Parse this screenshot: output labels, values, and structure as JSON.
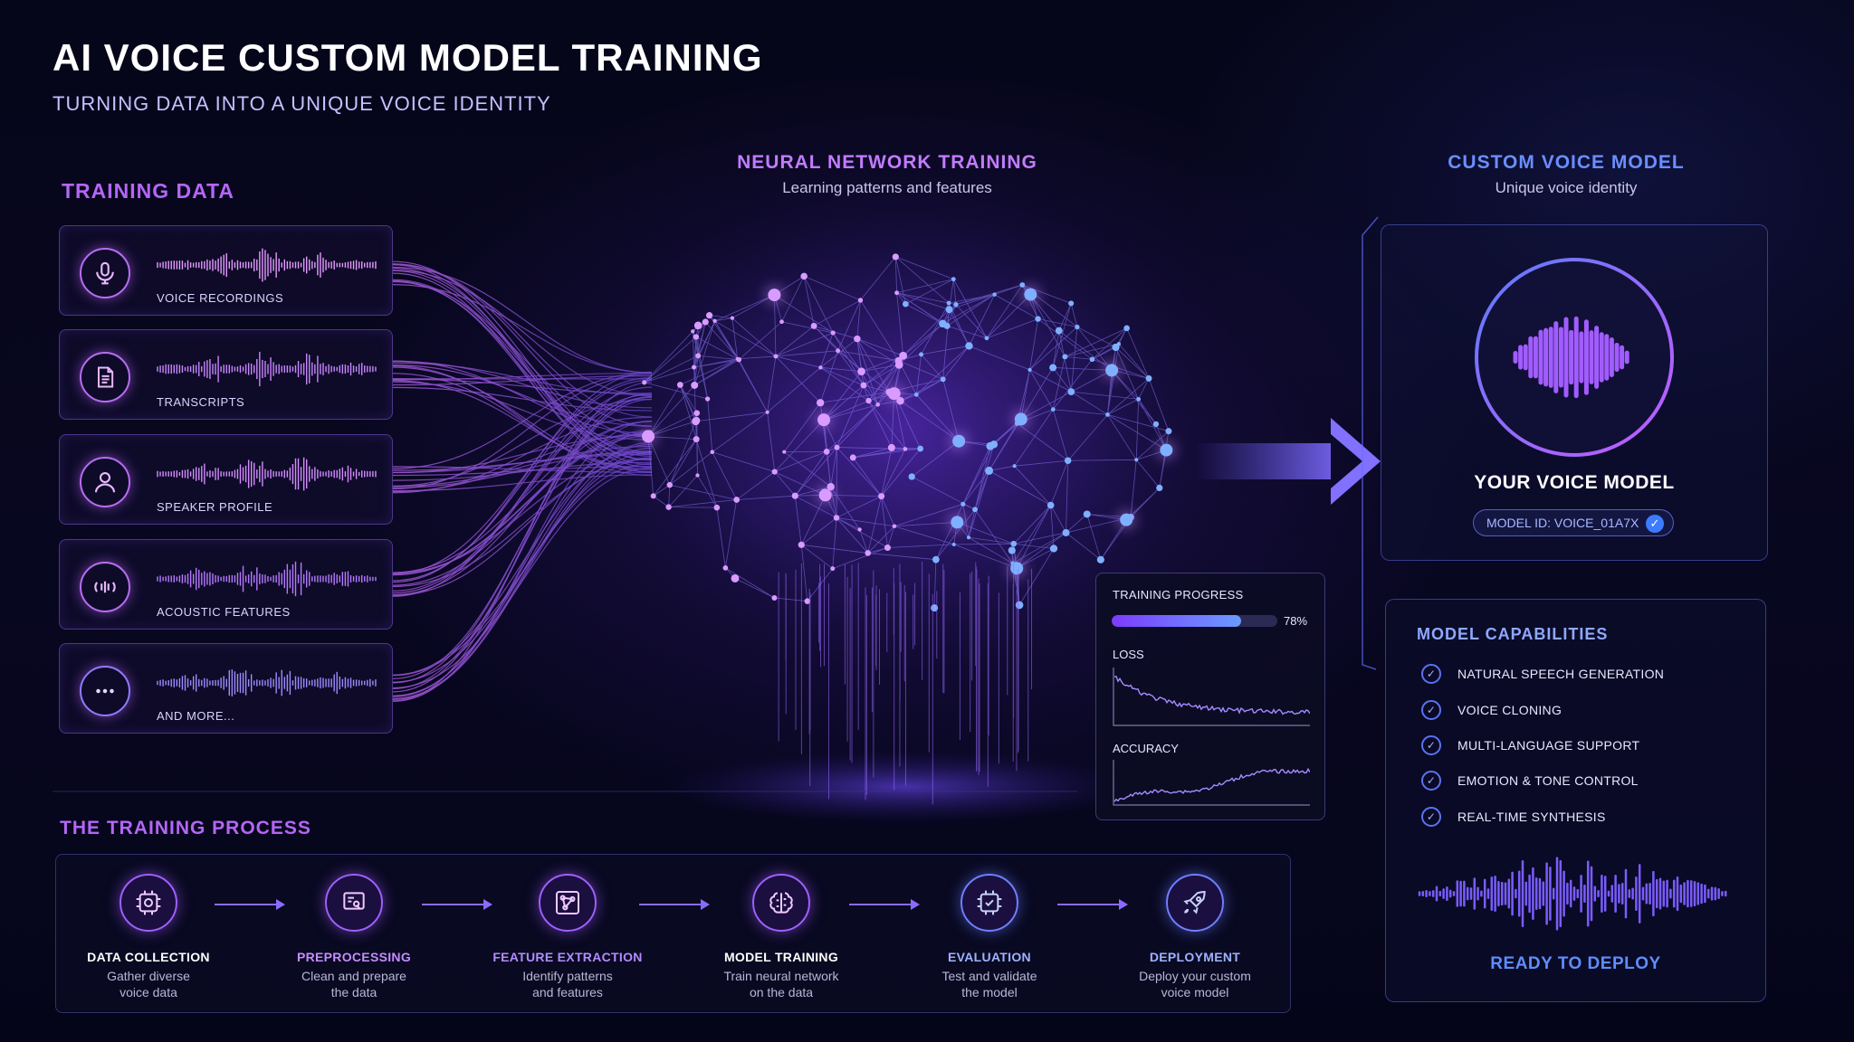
{
  "header": {
    "title": "AI VOICE CUSTOM MODEL TRAINING",
    "subtitle": "TURNING DATA INTO A UNIQUE VOICE IDENTITY"
  },
  "training_data": {
    "heading": "TRAINING DATA",
    "items": [
      {
        "label": "VOICE RECORDINGS",
        "icon": "microphone-icon"
      },
      {
        "label": "TRANSCRIPTS",
        "icon": "document-icon"
      },
      {
        "label": "SPEAKER PROFILE",
        "icon": "person-icon"
      },
      {
        "label": "ACOUSTIC FEATURES",
        "icon": "sound-waves-icon"
      },
      {
        "label": "AND MORE...",
        "icon": "more-dots-icon"
      }
    ]
  },
  "neural_network": {
    "heading": "NEURAL NETWORK TRAINING",
    "subheading": "Learning patterns and features"
  },
  "custom_model": {
    "heading": "CUSTOM VOICE MODEL",
    "subheading": "Unique voice identity",
    "model_title": "YOUR VOICE MODEL",
    "model_id": "MODEL ID: VOICE_01A7X"
  },
  "training_progress": {
    "heading": "TRAINING PROGRESS",
    "percent_label": "78%",
    "percent": 78,
    "loss_label": "LOSS",
    "accuracy_label": "ACCURACY"
  },
  "capabilities": {
    "heading": "MODEL CAPABILITIES",
    "items": [
      "NATURAL SPEECH GENERATION",
      "VOICE CLONING",
      "MULTI-LANGUAGE SUPPORT",
      "EMOTION & TONE CONTROL",
      "REAL-TIME SYNTHESIS"
    ],
    "status": "READY TO DEPLOY"
  },
  "process": {
    "heading": "THE TRAINING PROCESS",
    "steps": [
      {
        "title": "DATA COLLECTION",
        "desc1": "Gather diverse",
        "desc2": "voice data",
        "color": "#ffffff"
      },
      {
        "title": "PREPROCESSING",
        "desc1": "Clean and prepare",
        "desc2": "the data",
        "color": "#c48cff"
      },
      {
        "title": "FEATURE EXTRACTION",
        "desc1": "Identify patterns",
        "desc2": "and features",
        "color": "#b28cff"
      },
      {
        "title": "MODEL TRAINING",
        "desc1": "Train neural network",
        "desc2": "on the data",
        "color": "#ffffff"
      },
      {
        "title": "EVALUATION",
        "desc1": "Test and validate",
        "desc2": "the model",
        "color": "#9fb2ff"
      },
      {
        "title": "DEPLOYMENT",
        "desc1": "Deploy your custom",
        "desc2": "voice model",
        "color": "#9fb2ff"
      }
    ]
  }
}
